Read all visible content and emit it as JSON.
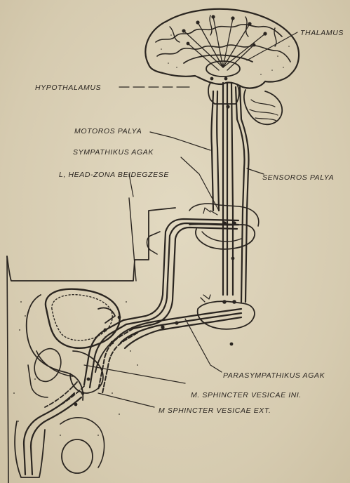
{
  "labels": {
    "thalamus": "THALAMUS",
    "hypothalamus": "HYPOTHALAMUS",
    "motoros_palya": "MOTOROS PALYA",
    "sympathikus_agak": "SYMPATHIKUS AGAK",
    "head_zona": "L, HEAD-ZONA BEIDEGZESE",
    "sensoros_palya": "SENSOROS PALYA",
    "parasympathikus_agak": "PARASYMPATHIKUS AGAK",
    "sphincter_ini": "M. SPHINCTER VESICAE INI.",
    "sphincter_ext": "M SPHINCTER VESICAE EXT."
  },
  "colors": {
    "paper": "#d9cfb6",
    "ink": "#2a2520"
  }
}
